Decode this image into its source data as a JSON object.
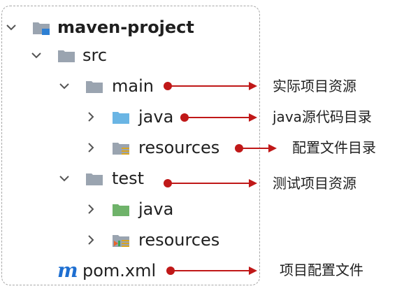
{
  "tree": {
    "project": "maven-project",
    "src": "src",
    "main": "main",
    "main_java": "java",
    "main_resources": "resources",
    "test": "test",
    "test_java": "java",
    "test_resources": "resources",
    "pom": "pom.xml",
    "pom_icon_letter": "m"
  },
  "annotations": {
    "main": "实际项目资源",
    "main_java": "java源代码目录",
    "main_resources": "配置文件目录",
    "test": "测试项目资源",
    "pom": "项目配置文件"
  },
  "colors": {
    "arrow": "#c01818",
    "folder_gray": "#9aa4b0",
    "folder_blue": "#6ab5e4",
    "folder_green": "#6fb36a",
    "maven_blue": "#1e6fd1"
  },
  "icons": {
    "expanded": "chevron-down-icon",
    "collapsed": "chevron-right-icon",
    "project": "project-folder-icon",
    "folder": "folder-icon",
    "source_folder": "source-folder-icon",
    "resources_folder": "resources-folder-icon",
    "test_source_folder": "test-source-folder-icon",
    "test_resources_folder": "test-resources-folder-icon",
    "maven": "maven-icon"
  }
}
